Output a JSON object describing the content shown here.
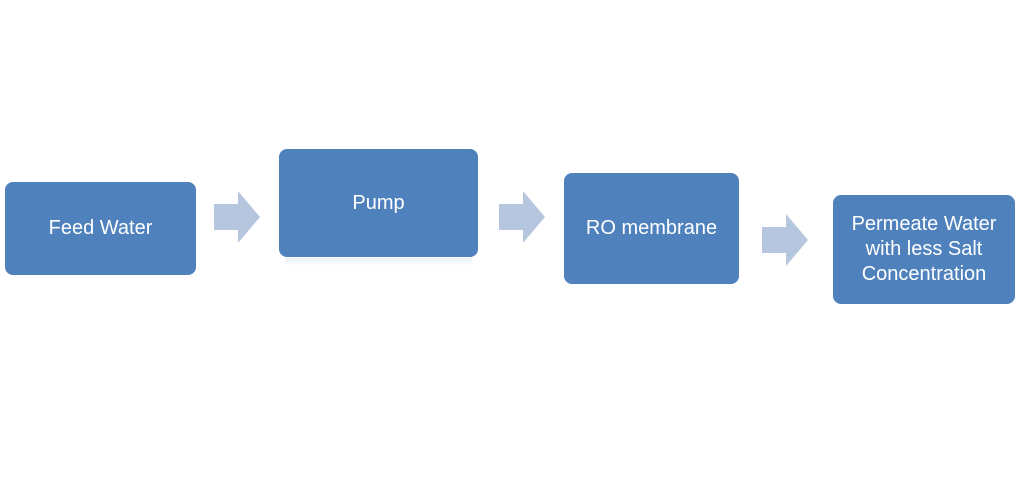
{
  "diagram": {
    "colors": {
      "box": "#4f81bd",
      "arrow": "#b7c6df",
      "text": "#ffffff"
    },
    "nodes": [
      {
        "label": "Feed Water"
      },
      {
        "label": "Pump"
      },
      {
        "label": "RO membrane"
      },
      {
        "lines": [
          "Permeate Water",
          "with less Salt",
          "Concentration"
        ]
      }
    ],
    "arrow_icon": "right-arrow-icon"
  }
}
